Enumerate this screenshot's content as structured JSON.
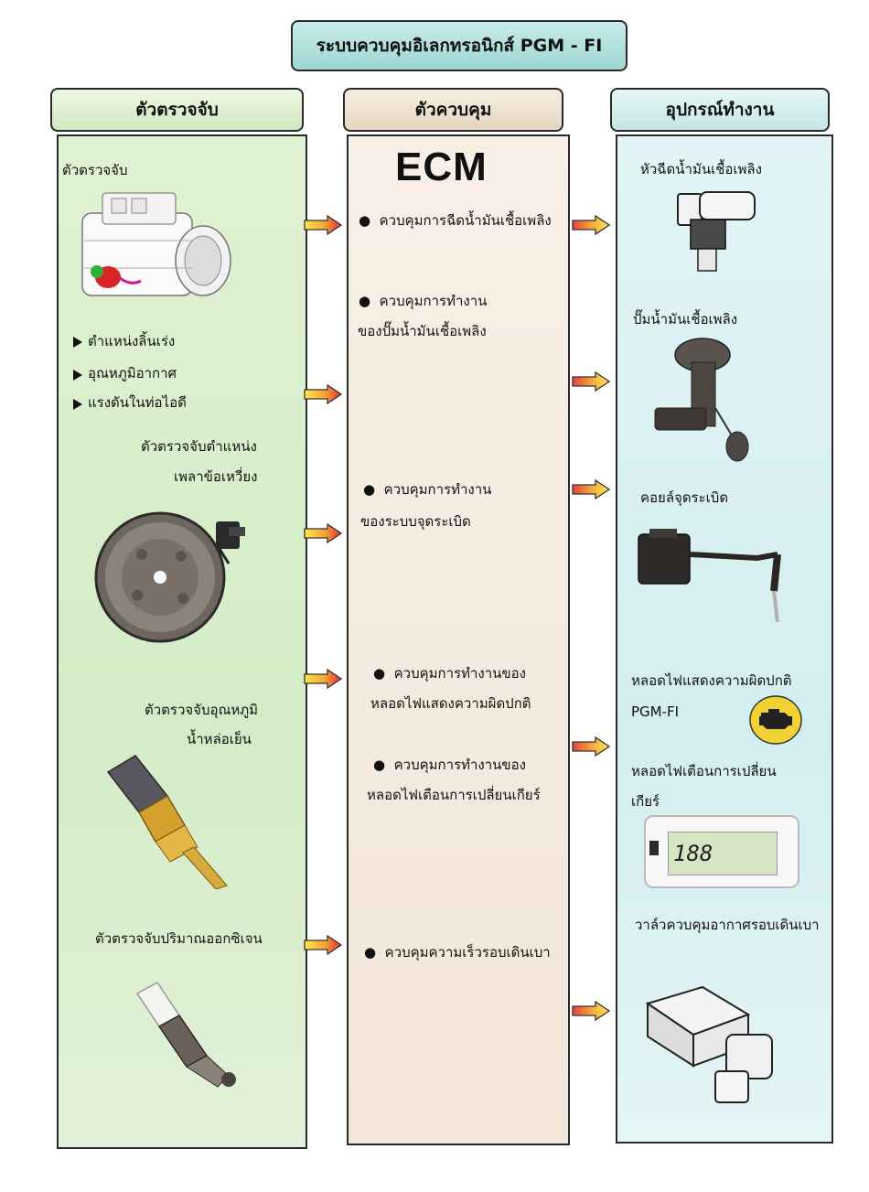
{
  "title": "ระบบควบคุมอิเลกทรอนิกส์ PGM - FI",
  "headers": {
    "sensors": "ตัวตรวจจับ",
    "controller": "ตัวควบคุม",
    "actuators": "อุปกรณ์ทำงาน"
  },
  "sensors": {
    "throttle_body_label": "ตัวตรวจจับ",
    "throttle_items": [
      "ตำแหน่งลิ้นเร่ง",
      "อุณหภูมิอากาศ",
      "แรงดันในท่อไอดี"
    ],
    "crank_label_line1": "ตัวตรวจจับตำแหน่ง",
    "crank_label_line2": "เพลาข้อเหวี่ยง",
    "coolant_label_line1": "ตัวตรวจจับอุณหภูมิ",
    "coolant_label_line2": "น้ำหล่อเย็น",
    "o2_label": "ตัวตรวจจับปริมาณออกซิเจน"
  },
  "controller": {
    "name": "ECM",
    "items": [
      {
        "line1": "ควบคุมการฉีดน้ำมันเชื้อเพลิง",
        "line2": ""
      },
      {
        "line1": "ควบคุมการทำงาน",
        "line2": "ของปั๊มน้ำมันเชื้อเพลิง"
      },
      {
        "line1": "ควบคุมการทำงาน",
        "line2": "ของระบบจุดระเบิด"
      },
      {
        "line1": "ควบคุมการทำงานของ",
        "line2": "หลอดไฟแสดงความผิดปกติ"
      },
      {
        "line1": "ควบคุมการทำงานของ",
        "line2": "หลอดไฟเตือนการเปลี่ยนเกียร์"
      },
      {
        "line1": "ควบคุมความเร็วรอบเดินเบา",
        "line2": ""
      }
    ]
  },
  "actuators": {
    "injector": "หัวฉีดน้ำมันเชื้อเพลิง",
    "fuel_pump": "ปั๊มน้ำมันเชื้อเพลิง",
    "ignition_coil": "คอยล์จุดระเบิด",
    "mil_line1": "หลอดไฟแสดงความผิดปกติ",
    "mil_line2": "PGM-FI",
    "shift_line1": "หลอดไฟเตือนการเปลี่ยน",
    "shift_line2": "เกียร์",
    "meter_digits": "188",
    "iacv": "วาล์วควบคุมอากาศรอบเดินเบา"
  },
  "colors": {
    "title_bg": "#a8dcd8",
    "sensor_bg": "#d8eecb",
    "controller_bg": "#f5ebe0",
    "actuator_bg": "#dbf1f3",
    "arrow_start": "#ffe84a",
    "arrow_end": "#e83030",
    "mil_yellow": "#f2d233"
  }
}
